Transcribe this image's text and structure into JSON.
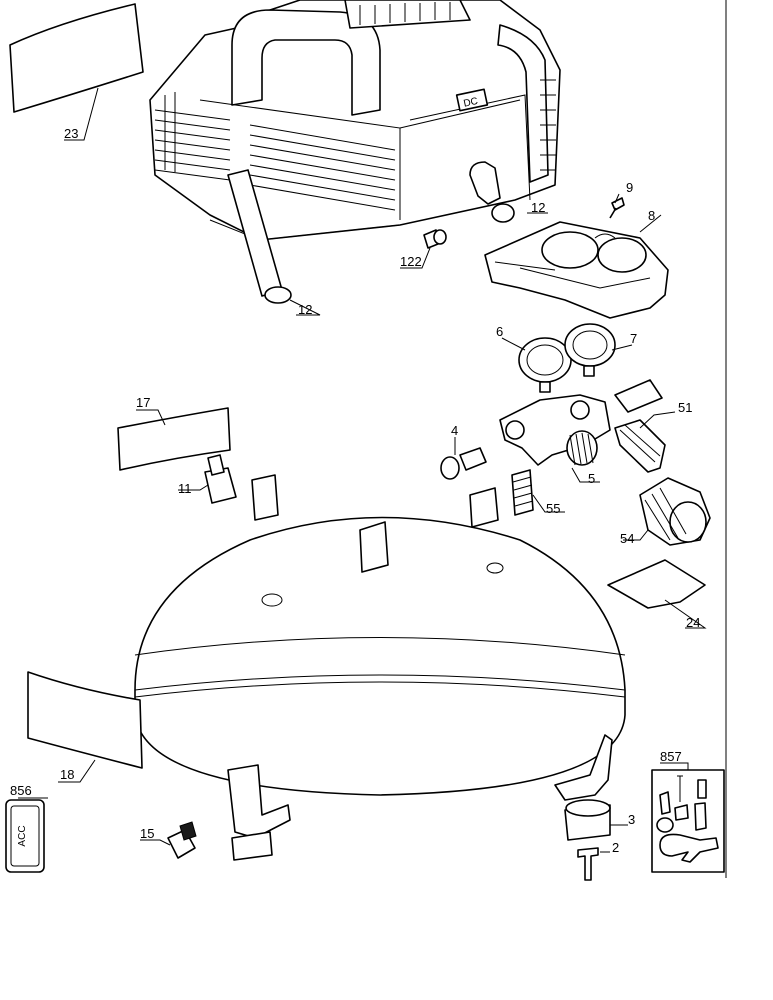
{
  "labels": {
    "p23": "23",
    "p9": "9",
    "p8": "8",
    "p12a": "12",
    "p122": "122",
    "p12b": "12",
    "p6": "6",
    "p7": "7",
    "p17": "17",
    "p4": "4",
    "p51": "51",
    "p11": "11",
    "p5": "5",
    "p55": "55",
    "p54": "54",
    "p24": "24",
    "p18": "18",
    "p857": "857",
    "p856": "856",
    "p15": "15",
    "p3": "3",
    "p2": "2"
  },
  "emblem": "DC",
  "badge_text": "ACC",
  "colors": {
    "line": "#000000",
    "fill": "#ffffff",
    "shade": "#d9d9d9"
  }
}
